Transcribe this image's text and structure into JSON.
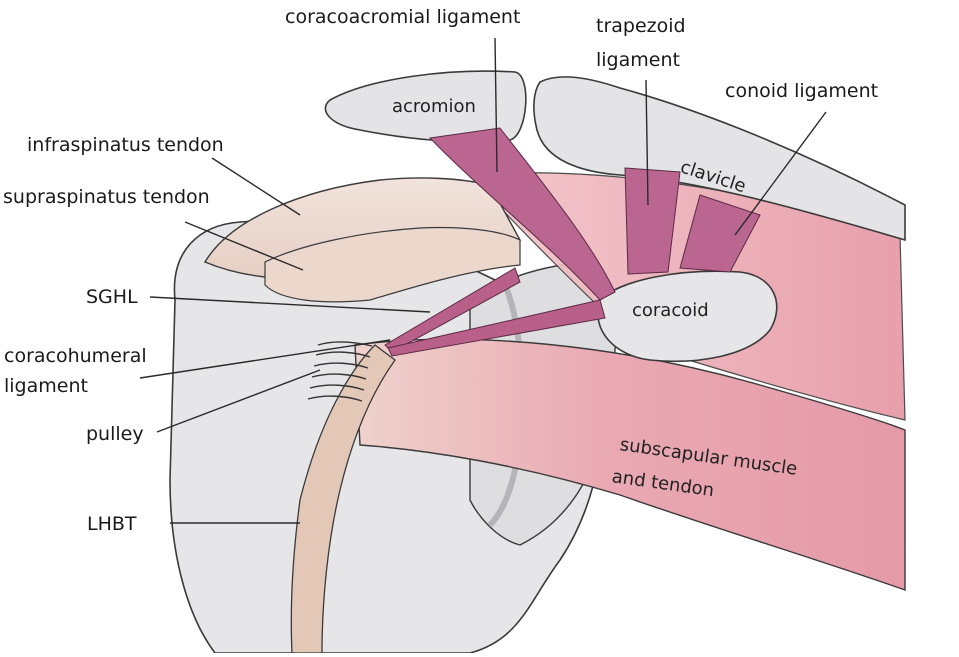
{
  "labels": {
    "coracoacromial_ligament": "coracoacromial ligament",
    "trapezoid_ligament_line1": "trapezoid",
    "trapezoid_ligament_line2": "ligament",
    "conoid_ligament": "conoid ligament",
    "acromion": "acromion",
    "clavicle": "clavicle",
    "infraspinatus_tendon": "infraspinatus tendon",
    "supraspinatus_tendon": "supraspinatus tendon",
    "sghl": "SGHL",
    "coracoid": "coracoid",
    "coracohumeral_line1": "coracohumeral",
    "coracohumeral_line2": "ligament",
    "pulley": "pulley",
    "subscapular_line1": "subscapular muscle",
    "subscapular_line2": "and tendon",
    "lhbt": "LHBT"
  },
  "colors": {
    "bone": "#e4e4e6",
    "bone_shadow": "#c9c9cc",
    "ligament": "#b8608a",
    "muscle": "#e7a8b2",
    "tendon": "#ecd6cb",
    "outline": "#3a3a3a"
  }
}
